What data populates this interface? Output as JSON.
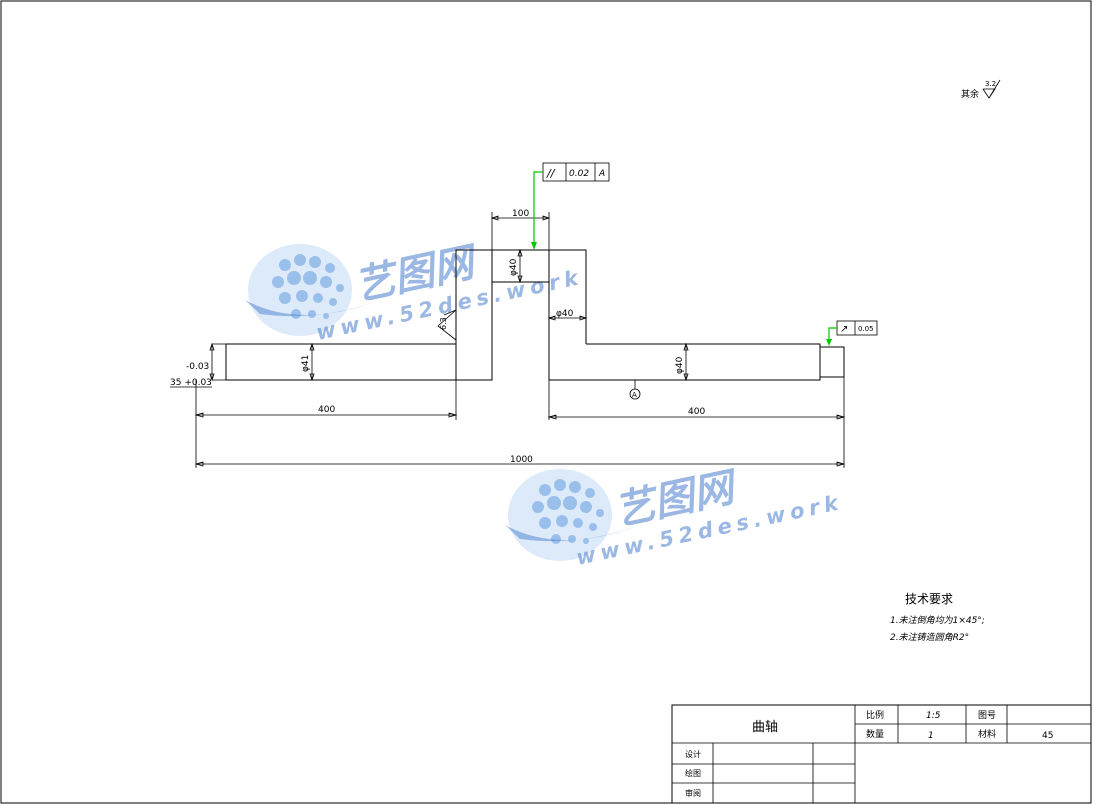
{
  "surface_note": {
    "label": "其余",
    "value": "3.2"
  },
  "tolerance_top": {
    "symbol": "//",
    "value": "0.02",
    "datum": "A"
  },
  "tolerance_right": {
    "symbol": "↗",
    "value": "0.05"
  },
  "dimensions": {
    "top_width": "100",
    "top_dia": "φ40",
    "mid_dia": "φ40",
    "left_dia": "φ41",
    "right_dia": "φ40",
    "left_len": "400",
    "right_len": "400",
    "total_len": "1000",
    "left_tol_upper": "-0.03",
    "left_tol_lower": "35 +0.03",
    "roughness_left": "6.3",
    "datum_label": "A"
  },
  "watermark": {
    "brand": "艺图网",
    "url": "www.52des.work"
  },
  "tech_requirements": {
    "title": "技术要求",
    "items": [
      "1.未注倒角均为1×45°;",
      "2.未注铸造圆角R2°"
    ]
  },
  "title_block": {
    "part_name": "曲轴",
    "scale_label": "比例",
    "scale_value": "1:5",
    "drawing_no_label": "图号",
    "drawing_no_value": "",
    "qty_label": "数量",
    "qty_value": "1",
    "material_label": "材料",
    "material_value": "45",
    "design_label": "设计",
    "draw_label": "绘图",
    "review_label": "审阅"
  }
}
